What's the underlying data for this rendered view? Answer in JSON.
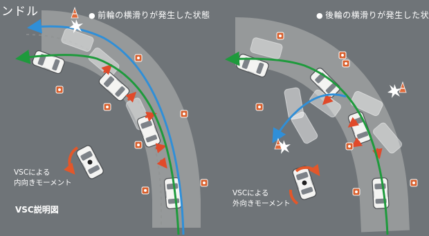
{
  "corner_fragment": "ンドル",
  "panels": [
    {
      "heading_marker": "●",
      "heading": "前輪の横滑りが発生した状態",
      "moment_label": [
        "VSCによる",
        "内向きモーメント"
      ]
    },
    {
      "heading_marker": "●",
      "heading": "後輪の横滑りが発生した状態",
      "moment_label": [
        "VSCによる",
        "外向きモーメント"
      ]
    }
  ],
  "caption": "VSC説明図",
  "colors": {
    "background": "#6f7478",
    "road": "#9a9c9c",
    "green_path": "#1e9a3c",
    "blue_path": "#2f8fd8",
    "moment_arrow": "#e3572a",
    "force_arrow": "#e04a2a",
    "cone": "#d8602e"
  }
}
